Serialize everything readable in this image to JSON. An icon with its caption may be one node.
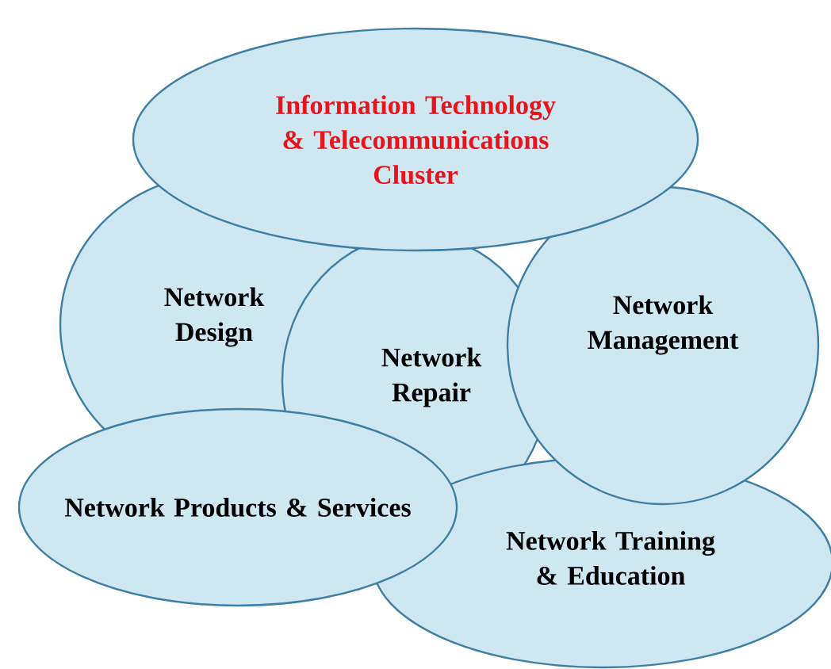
{
  "diagram": {
    "nodes": [
      {
        "text": [
          "Information Technology & Telecommunications Cluster"
        ]
      },
      {
        "text": [
          "Network Design"
        ]
      },
      {
        "text": [
          "Network Repair"
        ]
      },
      {
        "text": [
          "Network Management"
        ]
      },
      {
        "text": [
          "Network Products & Services"
        ]
      },
      {
        "text": [
          "Network Training & Education"
        ]
      }
    ]
  }
}
